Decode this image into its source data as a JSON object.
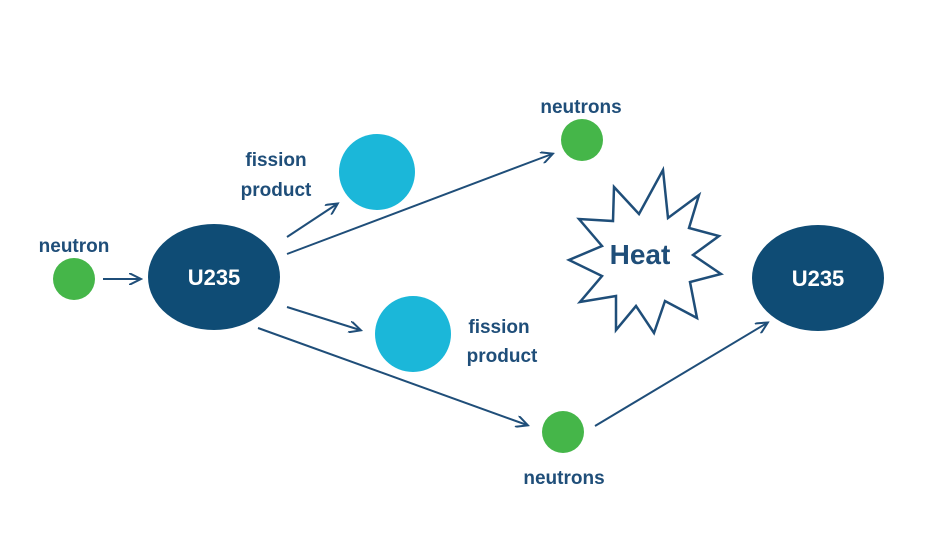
{
  "diagram": {
    "labels": {
      "neutron_in": "neutron",
      "nucleus_left": "U235",
      "nucleus_right": "U235",
      "fission_top_line1": "fission",
      "fission_top_line2": "product",
      "fission_bottom_line1": "fission",
      "fission_bottom_line2": "product",
      "neutrons_top": "neutrons",
      "neutrons_bottom": "neutrons",
      "heat": "Heat"
    },
    "colors": {
      "nucleus": "#0f4c75",
      "fission_product": "#1bb7d9",
      "neutron": "#45b649",
      "arrow": "#1f4e79",
      "text": "#1f4e79",
      "heat_outline": "#1f4e79"
    }
  }
}
